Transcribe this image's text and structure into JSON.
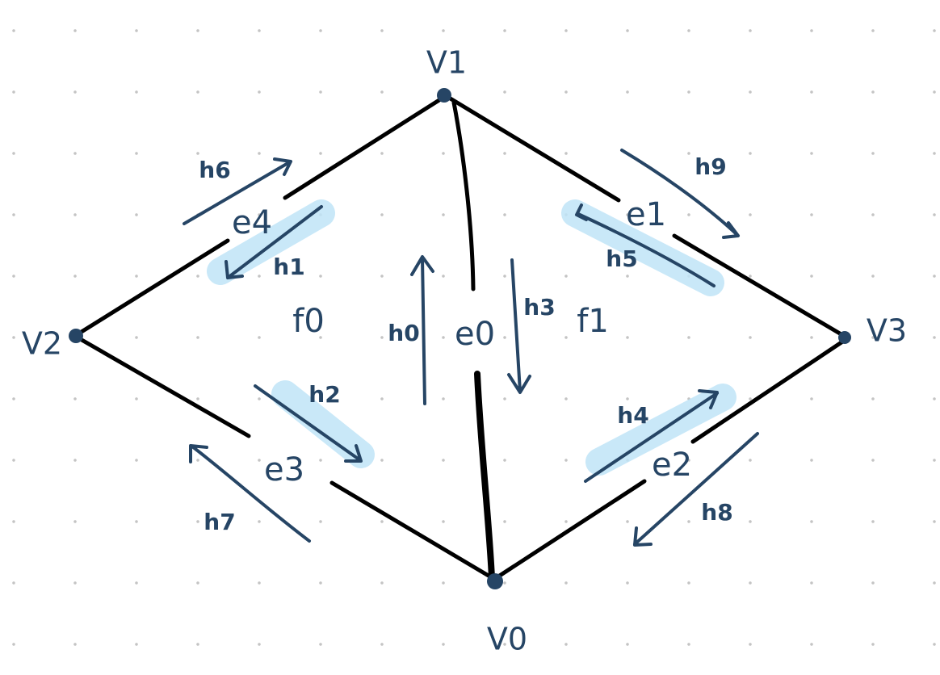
{
  "colors": {
    "ink": "#264565",
    "edge": "#000000",
    "highlight": "#bfe4f7",
    "grid_dot": "#c4c4c4",
    "background": "#ffffff"
  },
  "vertices": {
    "v0": "V0",
    "v1": "V1",
    "v2": "V2",
    "v3": "V3"
  },
  "edges": {
    "e0": "e0",
    "e1": "e1",
    "e2": "e2",
    "e3": "e3",
    "e4": "e4"
  },
  "faces": {
    "f0": "f0",
    "f1": "f1"
  },
  "halfedges": {
    "h0": "h0",
    "h1": "h1",
    "h2": "h2",
    "h3": "h3",
    "h4": "h4",
    "h5": "h5",
    "h6": "h6",
    "h7": "h7",
    "h8": "h8",
    "h9": "h9"
  },
  "highlighted_halfedges": [
    "h1",
    "h2",
    "h4",
    "h5"
  ]
}
